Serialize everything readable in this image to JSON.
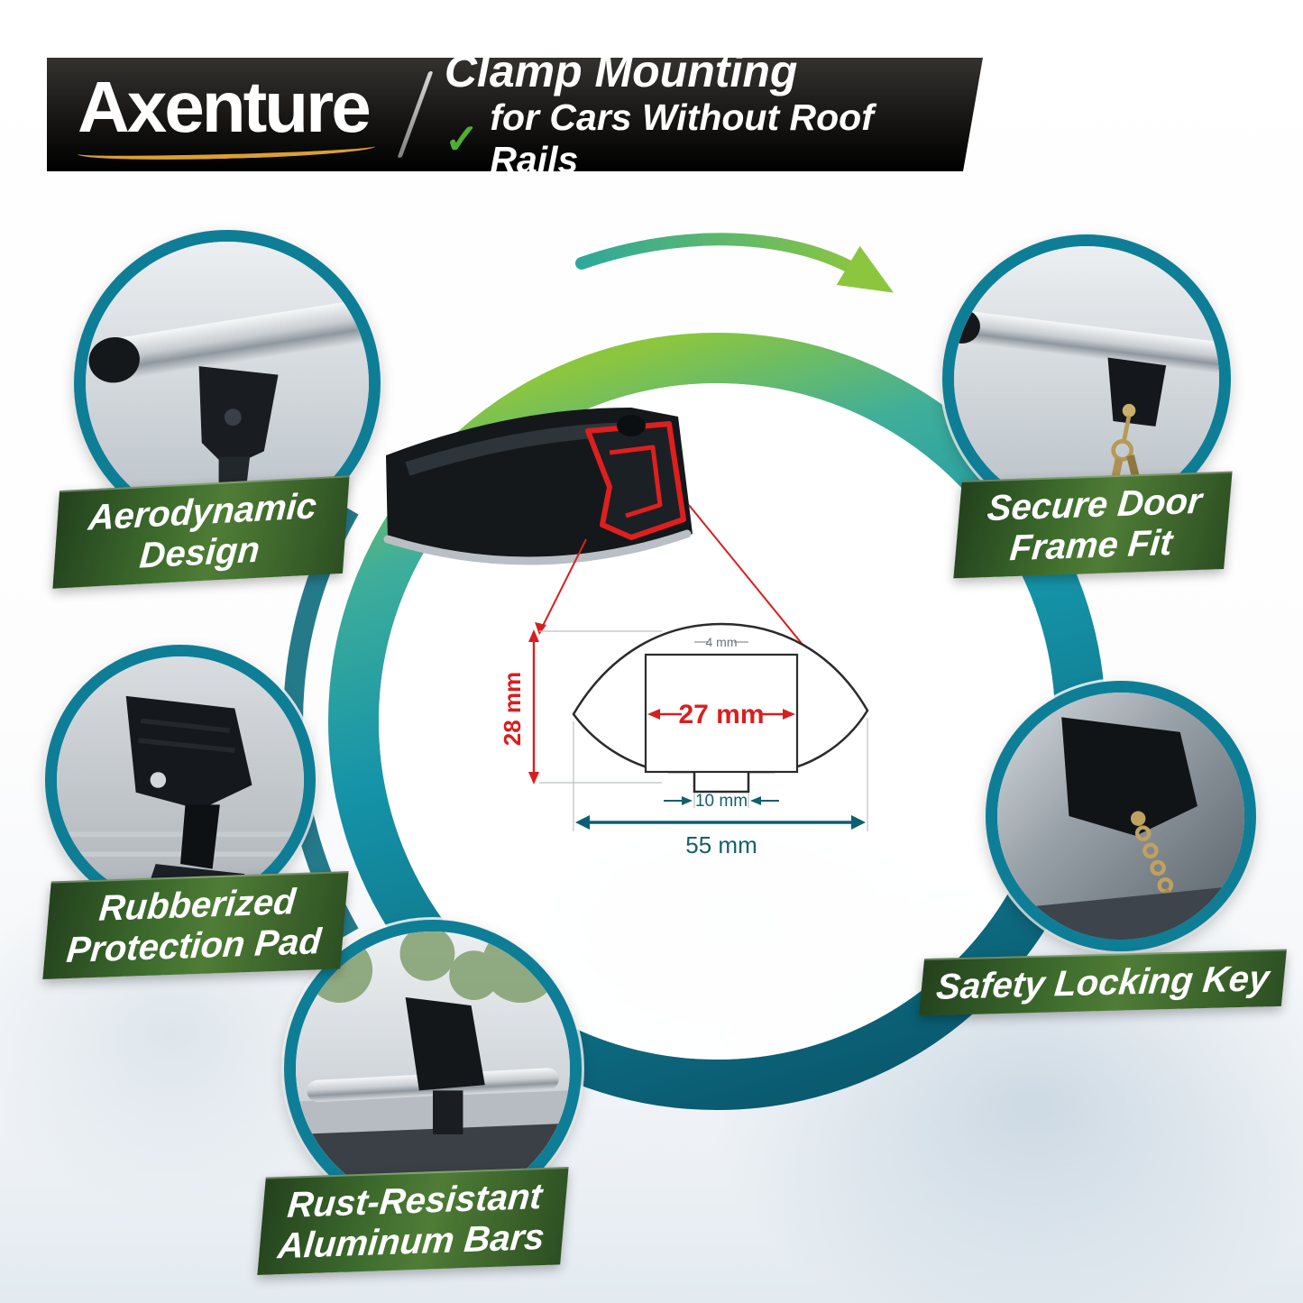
{
  "header": {
    "brand": "Axenture",
    "check_icon": "✓",
    "title_line1": "Clamp Mounting",
    "title_line2": "for Cars Without Roof Rails"
  },
  "features": [
    {
      "id": "aerodynamic-design",
      "lines": [
        "Aerodynamic",
        "Design"
      ]
    },
    {
      "id": "secure-door-frame-fit",
      "lines": [
        "Secure Door",
        "Frame Fit"
      ]
    },
    {
      "id": "rubberized-protection-pad",
      "lines": [
        "Rubberized",
        "Protection Pad"
      ]
    },
    {
      "id": "safety-locking-key",
      "lines": [
        "Safety Locking Key"
      ]
    },
    {
      "id": "rust-resistant-aluminum-bars",
      "lines": [
        "Rust-Resistant",
        "Aluminum Bars"
      ]
    }
  ],
  "diagram": {
    "dims": {
      "top": "4 mm",
      "inner_width": "27 mm",
      "height": "28 mm",
      "slot": "10 mm",
      "total_width": "55 mm"
    }
  },
  "colors": {
    "teal_ring": "#1593a8",
    "teal_dark": "#0b5e72",
    "green_accent": "#8cc63f",
    "banner_green": "#3e6b2e",
    "red_dimension": "#d81f1f",
    "yellow_underline": "#dd9e33",
    "header_bg": "#141414"
  }
}
